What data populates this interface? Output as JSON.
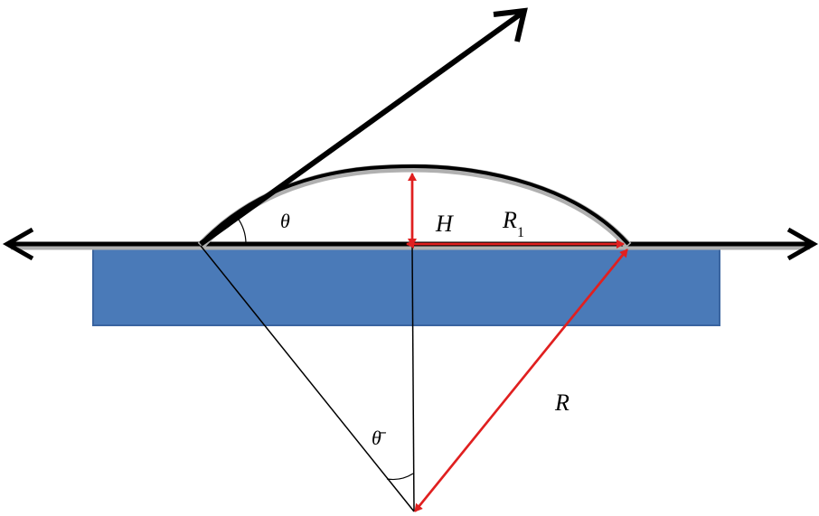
{
  "labels": {
    "contact_angle": "θ",
    "height": "H",
    "base_radius": "R",
    "base_radius_subscript": "1",
    "sphere_radius": "R",
    "center_angle": "θ̄"
  },
  "colors": {
    "substrate": "#4a7ab8",
    "substrate_edge": "#3a64a0",
    "droplet_outline": "#000000",
    "droplet_shadow": "#b0b0b0",
    "dimension_arrows": "#e02020",
    "axis": "#000000",
    "construction_lines": "#000000"
  }
}
